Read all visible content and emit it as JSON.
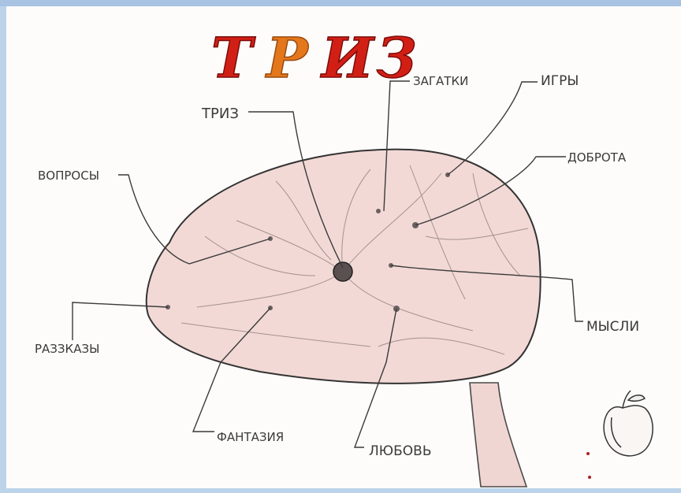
{
  "title": {
    "letters": [
      "Т",
      "Р",
      "И",
      "З"
    ],
    "colors": [
      "#d21f16",
      "#e4771c",
      "#d21f16",
      "#d21f16"
    ]
  },
  "labels": {
    "center": "ТРИЗ",
    "riddles": "ЗАГАТКИ",
    "games": "ИГРЫ",
    "kindness": "ДОБРОТА",
    "questions": "ВОПРОСЫ",
    "thoughts": "МЫСЛИ",
    "stories": "РАЗЗКАЗЫ",
    "fantasy": "ФАНТАЗИЯ",
    "love": "ЛЮБОВЬ"
  },
  "colors": {
    "brain_fill": "#f2d9d6",
    "ink": "#3a3a3a",
    "title_red": "#d21f16",
    "title_orange": "#e4771c"
  }
}
